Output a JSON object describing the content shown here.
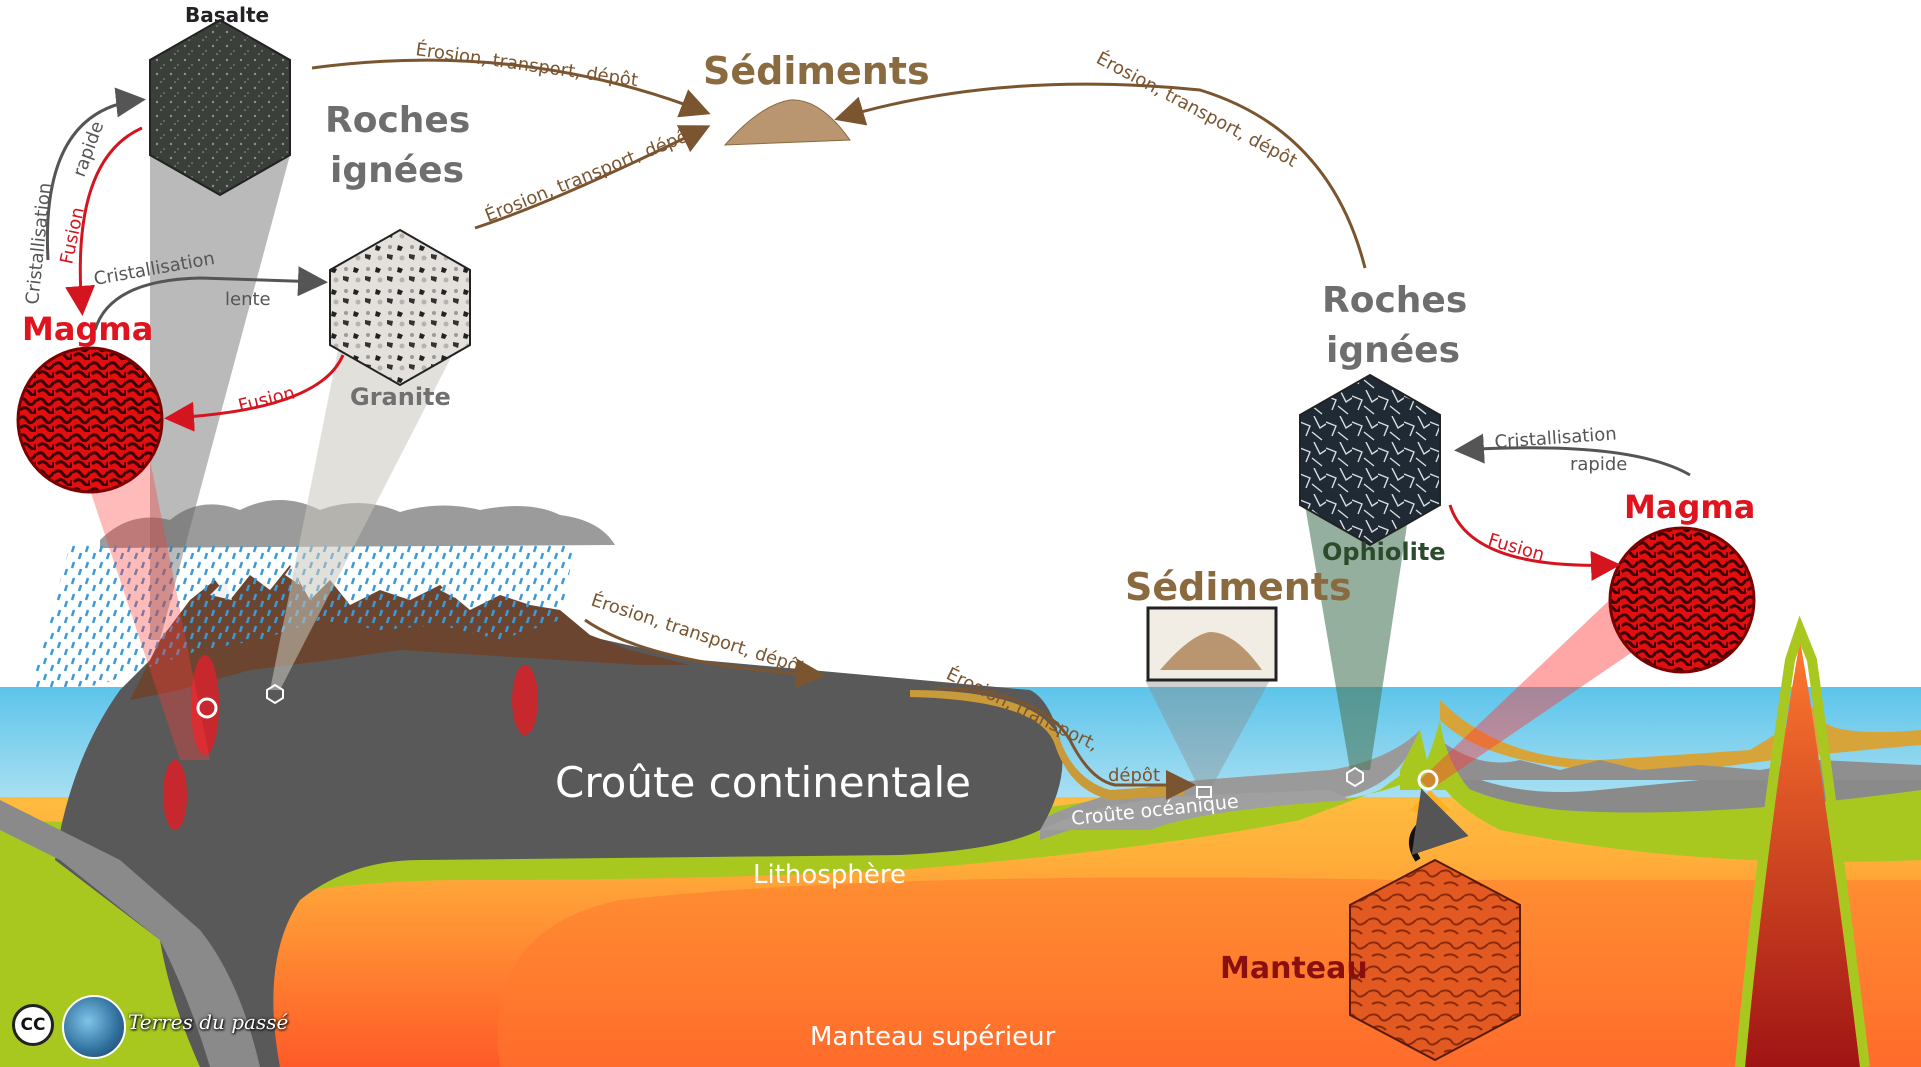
{
  "labels": {
    "basalte": "Basalte",
    "roches_ignees_left_1": "Roches",
    "roches_ignees_left_2": "ignées",
    "sediments_top": "Sédiments",
    "sediments_mid": "Sédiments",
    "roches_ignees_right_1": "Roches",
    "roches_ignees_right_2": "ignées",
    "magma_left": "Magma",
    "magma_right": "Magma",
    "granite": "Granite",
    "ophiolite": "Ophiolite",
    "manteau": "Manteau",
    "croute_continentale": "Croûte continentale",
    "croute_oceanique": "Croûte océanique",
    "lithosphere": "Lithosphère",
    "manteau_superieur": "Manteau supérieur"
  },
  "arrows": {
    "erosion_top_left": "Érosion, transport, dépôt",
    "erosion_granite": "Érosion, transport, dépôt",
    "erosion_top_right": "Érosion, transport, dépôt",
    "erosion_mountain": "Érosion, transport, dépôt",
    "erosion_coast": "Érosion, transport,",
    "depot": "dépôt",
    "cristallisation_left": "Cristallisation",
    "rapide_left": "rapide",
    "fusion_left": "Fusion",
    "cristallisation_granite": "Cristallisation",
    "lente": "lente",
    "fusion_granite": "Fusion",
    "cristallisation_right": "Cristallisation",
    "rapide_right": "rapide",
    "fusion_right": "Fusion"
  },
  "credit": {
    "cc": "CC",
    "brand": "Terres du passé"
  },
  "colors": {
    "magma_red": "#e0141e",
    "sediment_brown": "#8a6a3f",
    "crust_grey": "#555555",
    "lithosphere_green": "#a8c820",
    "mantle_orange": "#ff9a3a",
    "sea_blue": "#7fd0ec"
  }
}
